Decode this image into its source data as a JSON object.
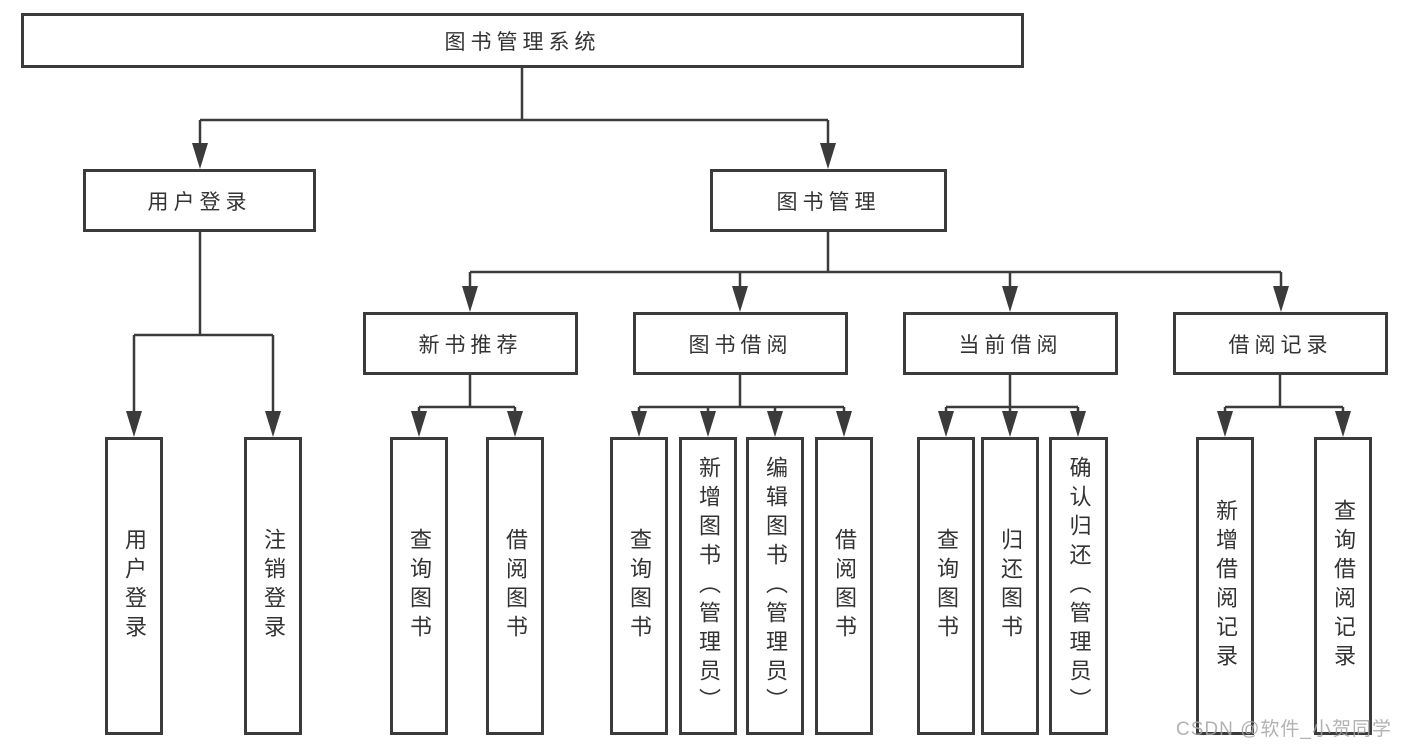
{
  "diagram": {
    "root": {
      "label": "图书管理系统"
    },
    "level2": [
      "用户登录",
      "图书管理"
    ],
    "level3": [
      "新书推荐",
      "图书借阅",
      "当前借阅",
      "借阅记录"
    ],
    "leaves_user_login": [
      "用户登录",
      "注销登录"
    ],
    "leaves_new_books": [
      "查询图书",
      "借阅图书"
    ],
    "leaves_book_borrowing": [
      "查询图书",
      "新增图书（管理员）",
      "编辑图书（管理员）",
      "借阅图书"
    ],
    "leaves_current_borrowing": [
      "查询图书",
      "归还图书",
      "确认归还（管理员）"
    ],
    "leaves_borrowing_records": [
      "新增借阅记录",
      "查询借阅记录"
    ]
  },
  "watermark": "CSDN @软件_小贺同学",
  "colors": {
    "line": "#3b3b3b",
    "text": "#333333",
    "watermark": "#a5a5a5",
    "background": "#ffffff"
  }
}
